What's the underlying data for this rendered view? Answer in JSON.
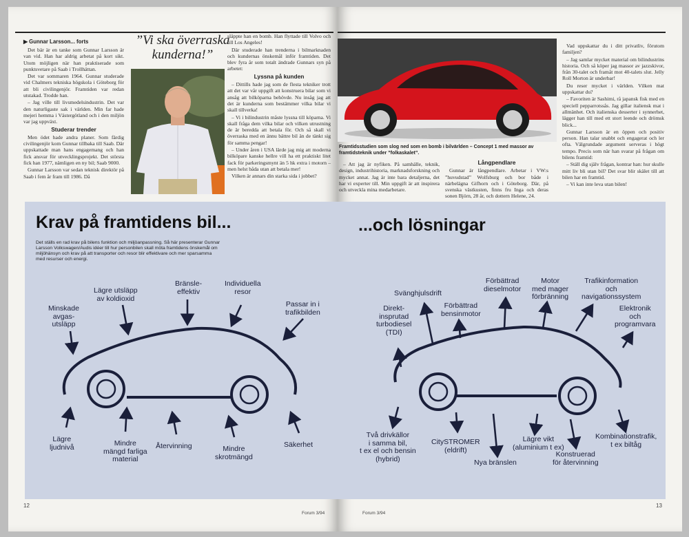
{
  "left_page": {
    "kicker": "Gunnar Larsson... forts",
    "col1": [
      "Det bär är en tanke som Gunnar Larsson är van vid. Han har aldrig arbetat på kort sikt. Utom möjligen när han praktiserade som punktsvetare på Saab i Trollhättan.",
      "Det var sommaren 1964. Gunnar studerade vid Chalmers tekniska högskola i Göteborg för att bli civilingenjör. Framtiden var redan utstakad. Trodde han.",
      "– Jag ville till livsmedelsindustrin. Det var den naturligaste sak i världen. Min far hade mejeri hemma i Västergötland och i den miljön var jag uppväxt."
    ],
    "col1_sub": "Studerar trender",
    "col1b": [
      "Men ödet hade andra planer. Som färdig civilingenjör kom Gunnar tillbaka till Saab. Där uppskattade man hans engagemang och han fick ansvar för utvecklingsprojekt. Det största fick han 1977, nämligen en ny bil; Saab 9000.",
      "Gunnar Larsson var sedan teknisk direktör på Saab i fem år fram till 1986. Då"
    ],
    "quote": "”Vi ska överraska kunderna!”",
    "col3": [
      "släppte han en bomb. Han flyttade till Volvo och till Los Angeles!",
      "Där studerade han trenderna i bilmarknaden och kundernas önskemål inför framtiden. Det blev fyra år som totalt ändrade Gunnars syn på arbetet:"
    ],
    "col3_sub": "Lyssna på kunden",
    "col3b": [
      "– Dittills hade jag som de flesta tekniker trott att det var vår uppgift att konstruera bilar som vi ansåg att bilköparna behövde. Nu insåg jag att det är kunderna som bestämmer vilka bilar vi skall tillverka!",
      "– Vi i bilindustrin måste lyssna till köparna. Vi skall fråga dem vilka bilar och vilken utrustning de är beredda att betala för. Och så skall vi överraska med en ännu bättre bil än de tänkt sig för samma pengar!",
      "– Under åren i USA lärde jag mig att moderna bilköpare kanske hellre vill ha ett praktiskt litet fack för parkeringsmynt än 5 hk extra i motorn – men helst båda utan att betala mer!",
      "Vilken är annars din starka sida i jobbet?"
    ],
    "folio_num": "12",
    "folio_mag": "Forum 3/94"
  },
  "right_page": {
    "photo_caption": "Framtidsstudien som slog ned som en bomb i bilvärlden – Concept 1 med massor av framtidsteknik under ”folkaskalet”.",
    "col1": [
      "– Att jag är nyfiken. På samhälle, teknik, design, industrihistoria, marknadsforskning och mycket annat. Jag är inte bara detaljerna, det har vi experter till. Min uppgift är att inspirera och utveckla mina medarbetare."
    ],
    "col2_sub": "Långpendlare",
    "col2": [
      "Gunnar är långpendlare. Arbetar i VW:s ”huvudstad” Wolfsburg och bor både i närbelägna Gifhorn och i Göteborg. Där, på svenska västkusten, finns fru Inga och deras sonen Björn, 28 år, och dottern Helene, 24."
    ],
    "col3": [
      "Vad uppskattar du i ditt privatliv, förutom familjen?",
      "– Jag samlar mycket material om bilindustrins historia. Och så köper jag massor av jazzskivor, från 30-talet och framåt mot 40-talets slut. Jelly Roll Morton är underbar!",
      "Du reser mycket i världen. Vilken mat uppskattar du?",
      "– Favoriten är Sashimi, rå japansk fisk med en speciell pepparrotssås. Jag gillar italiensk mat i allmänhet. Och italienska desserter i synnerhet, lägger han till med ett stort leende och drömsk blick...",
      "Gunnar Larsson är en öppen och positiv person. Han talar snabbt och engagerat och ler ofta. Välgrundade argument serveras i högt tempo. Precis som när han svarar på frågan om bilens framtid:",
      "– Ställ dig själv frågan, kontrar han: hur skulle mitt liv bli utan bil? Det svar blir skälet till att bilen har en framtid.",
      "– Vi kan inte leva utan bilen!"
    ],
    "folio_num": "13",
    "folio_mag": "Forum 3/94"
  },
  "diagram_left": {
    "title": "Krav på framtidens bil...",
    "intro": "Det ställs en rad krav på bilens funktion och miljöanpassning. Så här presenterar Gunnar Larsson Volkswagen/Audis idéer till hur personbilen skall möta framtidens önskemål om miljöhänsyn och krav på att transporter och resor blir effektivare och mer sparsamma med resurser och energi.",
    "labels": [
      "Minskade\navgas-\nutsläpp",
      "Lägre utsläpp\nav koldioxid",
      "Bränsle-\neffektiv",
      "Individuella\nresor",
      "Passar in i\ntrafikbilden",
      "Lägre\nljudnivå",
      "Mindre\nmängd farliga\nmaterial",
      "Återvinning",
      "Mindre\nskrotmängd",
      "Säkerhet"
    ]
  },
  "diagram_right": {
    "title": "...och lösningar",
    "labels": [
      "Direkt-\ninsprutad\nturbodiesel\n(TDI)",
      "Svänghjulsdrift",
      "Förbättrad\nbensinmotor",
      "Förbättrad\ndieselmotor",
      "Motor\nmed mager\nförbränning",
      "Trafikinformation\noch\nnavigationssystem",
      "Elektronik\noch\nprogramvara",
      "Två drivkällor\ni samma bil,\nt ex el och bensin\n(hybrid)",
      "CitySTROMER\n(eldrift)",
      "Nya bränslen",
      "Lägre vikt\n(aluminium t ex)",
      "Konstruerad\nför återvinning",
      "Kombinationstrafik,\nt ex biltåg"
    ]
  },
  "colors": {
    "diagram_bg": "#ccd3e3",
    "ink": "#1a1f3a",
    "car_red": "#d4141c"
  }
}
